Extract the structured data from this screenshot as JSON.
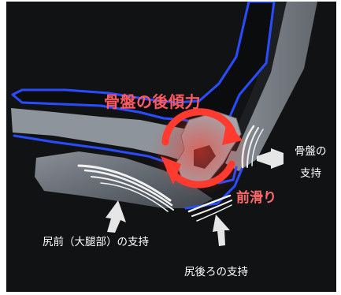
{
  "labels": {
    "pelvic_tilt": "骨盤の後傾力",
    "forward_slide": "前滑り",
    "pelvis_support_line1": "骨盤の",
    "pelvis_support_line2": "支持",
    "front_support": "尻前（大腿部）の支持",
    "rear_support": "尻後ろの支持"
  },
  "colors": {
    "background": "#111214",
    "outline_blue": "#2a4cff",
    "rotation_arrow": "#ff3b2f",
    "pelvic_tilt_text": "#ff5a5f",
    "support_arrow": "#f2f2f2"
  }
}
